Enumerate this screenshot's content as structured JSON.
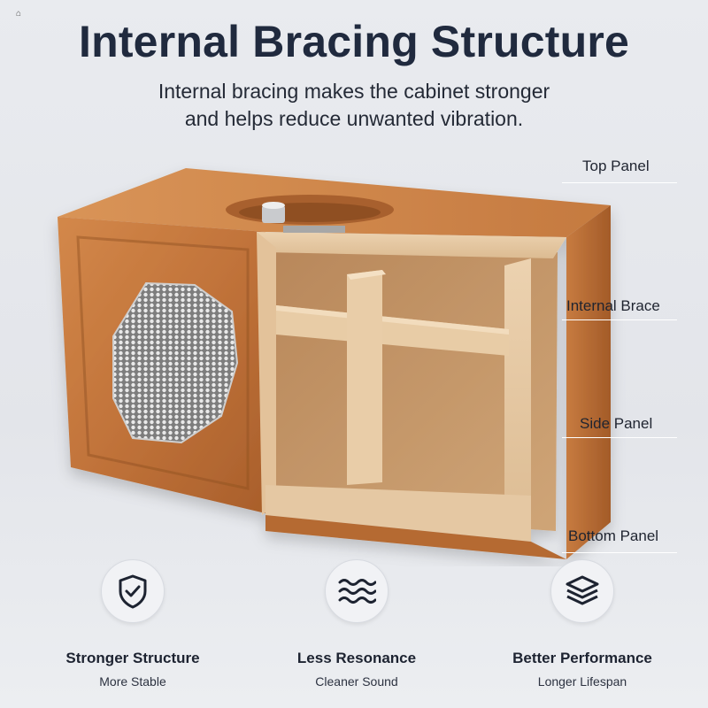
{
  "header": {
    "title": "Internal Bracing Structure",
    "subtitle_line1": "Internal bracing makes the cabinet stronger",
    "subtitle_line2": "and helps reduce unwanted vibration."
  },
  "callouts": {
    "top_panel": "Top Panel",
    "internal_brace": "Internal Brace",
    "side_panel": "Side Panel",
    "bottom_panel": "Bottom Panel"
  },
  "features": [
    {
      "icon": "shield-check-icon",
      "title": "Stronger Structure",
      "subtitle": "More Stable"
    },
    {
      "icon": "waves-icon",
      "title": "Less Resonance",
      "subtitle": "Cleaner Sound"
    },
    {
      "icon": "layers-icon",
      "title": "Better Performance",
      "subtitle": "Longer Lifespan"
    }
  ],
  "colors": {
    "wood": "#c7793c",
    "wood_dark": "#9a5826",
    "mdf": "#e6c9a4",
    "title": "#202a3e"
  }
}
